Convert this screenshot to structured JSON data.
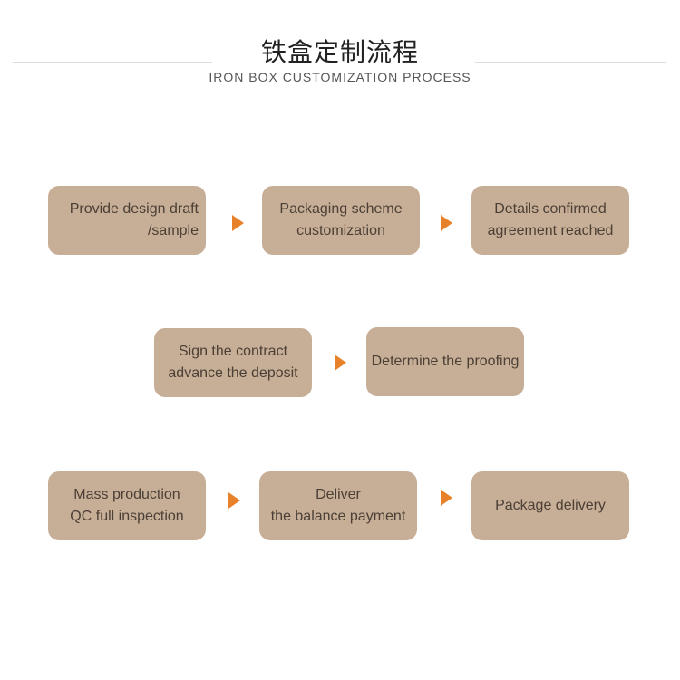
{
  "header": {
    "title": "铁盒定制流程",
    "subtitle": "IRON BOX CUSTOMIZATION PROCESS"
  },
  "colors": {
    "box": "#c7ae96",
    "arrow": "#e8822a",
    "text": "#4b3f36"
  },
  "steps": [
    {
      "line1": "Provide design draft",
      "line2": "/sample"
    },
    {
      "line1": "Packaging scheme",
      "line2": "customization"
    },
    {
      "line1": "Details confirmed",
      "line2": "agreement reached"
    },
    {
      "line1": "Sign the contract",
      "line2": "advance the deposit"
    },
    {
      "line1": "Determine the proofing",
      "line2": ""
    },
    {
      "line1": "Mass production",
      "line2": "QC full inspection"
    },
    {
      "line1": "Deliver",
      "line2": "the balance payment"
    },
    {
      "line1": "Package delivery",
      "line2": ""
    }
  ]
}
